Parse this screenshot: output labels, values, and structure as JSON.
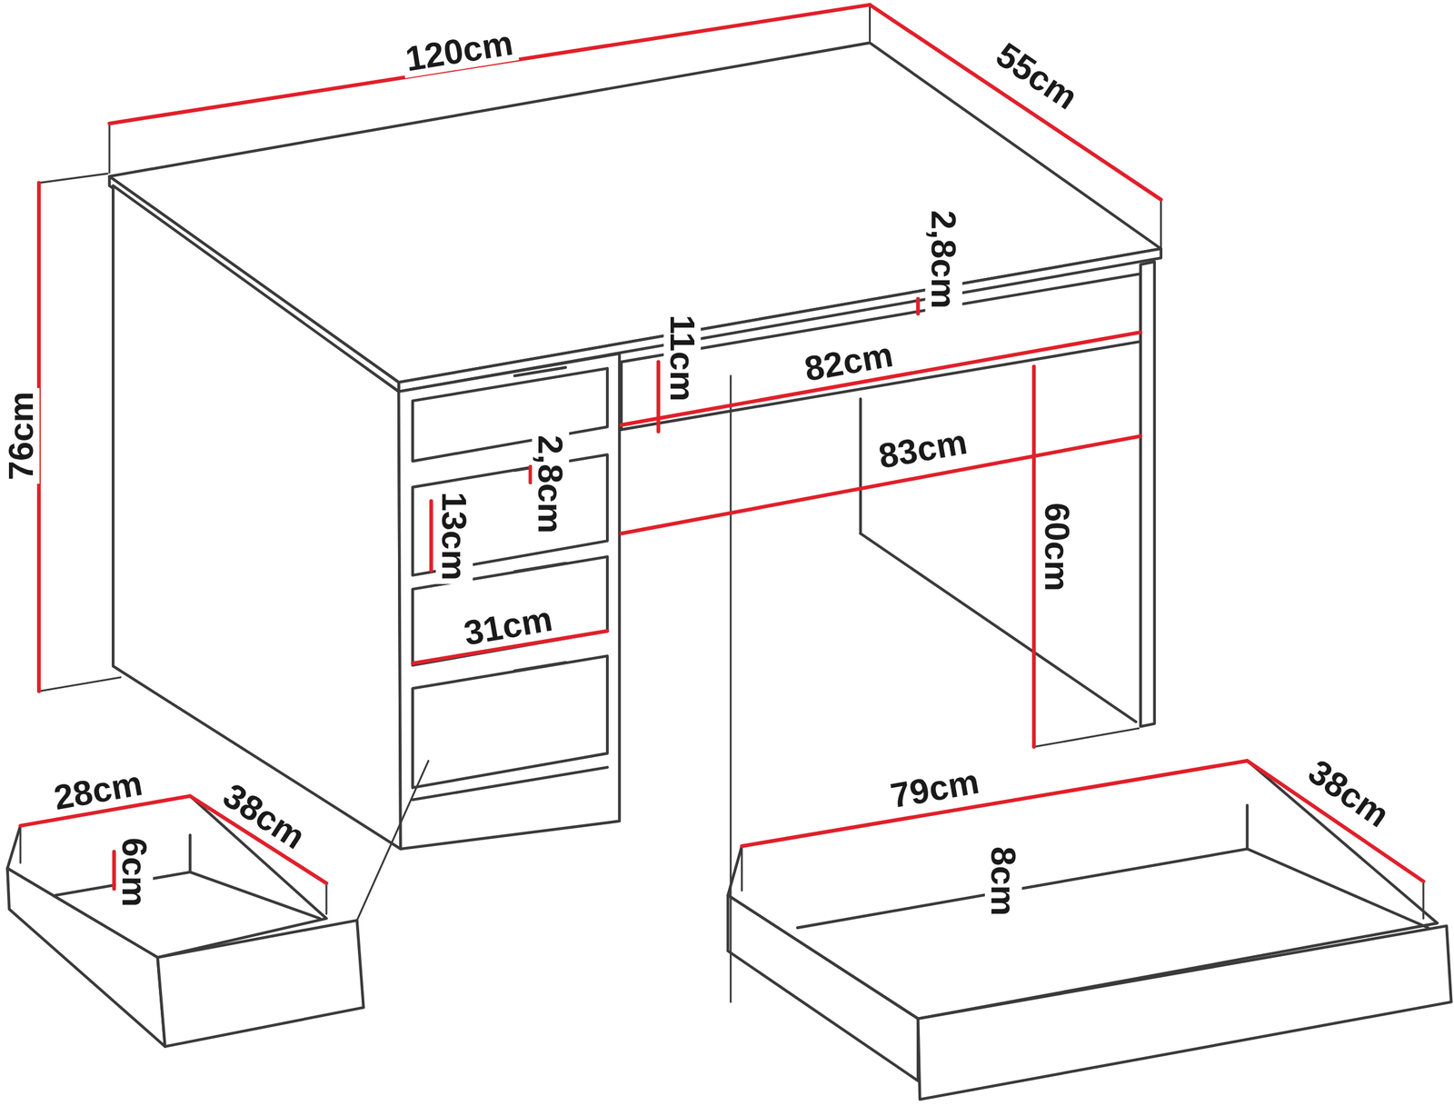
{
  "diagram": {
    "labels": [
      "120cm",
      "55cm",
      "76cm",
      "2,8cm",
      "11cm",
      "82cm",
      "83cm",
      "60cm",
      "2,8cm",
      "13cm",
      "31cm",
      "28cm",
      "38cm",
      "6cm",
      "79cm",
      "38cm",
      "8cm"
    ]
  }
}
